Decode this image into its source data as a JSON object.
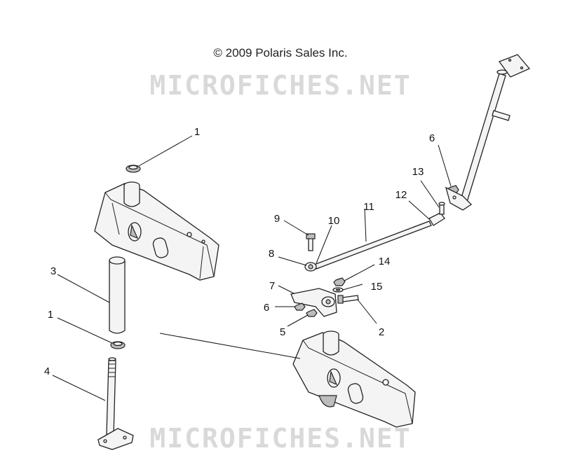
{
  "copyright": "© 2009 Polaris Sales Inc.",
  "watermark": "MICROFICHES.NET",
  "callouts": {
    "c1a": "1",
    "c1b": "1",
    "c2": "2",
    "c3": "3",
    "c4": "4",
    "c5": "5",
    "c6a": "6",
    "c6b": "6",
    "c7": "7",
    "c8": "8",
    "c9": "9",
    "c10": "10",
    "c11": "11",
    "c12": "12",
    "c13": "13",
    "c14": "14",
    "c15": "15"
  }
}
